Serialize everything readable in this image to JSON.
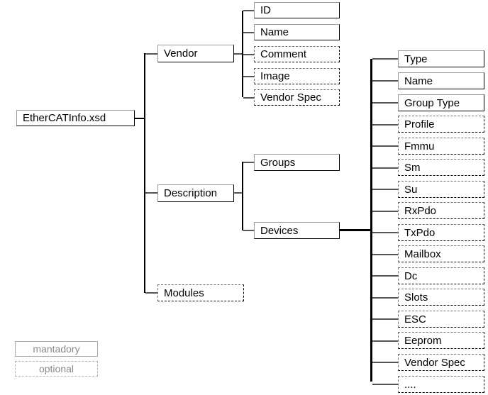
{
  "diagram": {
    "title": "EtherCATInfo.xsd schema tree",
    "root": {
      "label": "EtherCATInfo.xsd",
      "type": "mandatory"
    },
    "level1": [
      {
        "label": "Vendor",
        "type": "mandatory"
      },
      {
        "label": "Description",
        "type": "mandatory"
      },
      {
        "label": "Modules",
        "type": "optional"
      }
    ],
    "vendor_children": [
      {
        "label": "ID",
        "type": "mandatory"
      },
      {
        "label": "Name",
        "type": "mandatory"
      },
      {
        "label": "Comment",
        "type": "optional"
      },
      {
        "label": "Image",
        "type": "optional"
      },
      {
        "label": "Vendor Spec",
        "type": "optional"
      }
    ],
    "description_children": [
      {
        "label": "Groups",
        "type": "mandatory"
      },
      {
        "label": "Devices",
        "type": "mandatory"
      }
    ],
    "devices_children": [
      {
        "label": "Type",
        "type": "mandatory"
      },
      {
        "label": "Name",
        "type": "mandatory"
      },
      {
        "label": "Group Type",
        "type": "mandatory"
      },
      {
        "label": "Profile",
        "type": "optional"
      },
      {
        "label": "Fmmu",
        "type": "optional"
      },
      {
        "label": "Sm",
        "type": "optional"
      },
      {
        "label": "Su",
        "type": "optional"
      },
      {
        "label": "RxPdo",
        "type": "optional"
      },
      {
        "label": "TxPdo",
        "type": "optional"
      },
      {
        "label": "Mailbox",
        "type": "optional"
      },
      {
        "label": "Dc",
        "type": "optional"
      },
      {
        "label": "Slots",
        "type": "optional"
      },
      {
        "label": "ESC",
        "type": "optional"
      },
      {
        "label": "Eeprom",
        "type": "optional"
      },
      {
        "label": "Vendor Spec",
        "type": "optional"
      },
      {
        "label": "....",
        "type": "optional"
      }
    ],
    "legend": [
      {
        "label": "mantadory",
        "type": "mandatory"
      },
      {
        "label": "optional",
        "type": "optional"
      }
    ],
    "colors": {
      "line": "#555555",
      "line_thick": "#000000",
      "border_mandatory": "#000000",
      "border_optional": "#000000",
      "text": "#000000",
      "legend_text": "#8a8a8a",
      "legend_border": "#a8a8a8",
      "background": "#ffffff"
    }
  }
}
